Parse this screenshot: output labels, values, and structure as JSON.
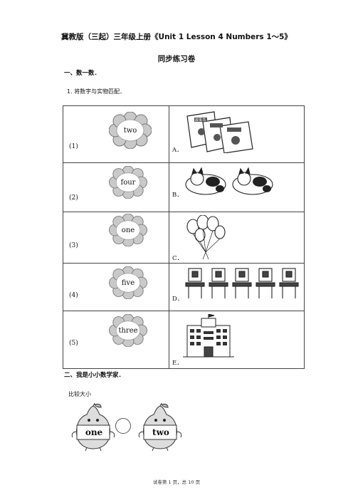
{
  "header": {
    "title": "冀教版（三起）三年级上册《Unit 1 Lesson 4 Numbers 1～5》",
    "subtitle": "同步练习卷"
  },
  "section1": {
    "heading": "一、数一数．",
    "question": "1. 将数字与实物匹配．",
    "rows": [
      {
        "num": "(1)",
        "word": "two",
        "letter": "A．",
        "picture": "books-icon"
      },
      {
        "num": "(2)",
        "word": "four",
        "letter": "B．",
        "picture": "cats-icon"
      },
      {
        "num": "(3)",
        "word": "one",
        "letter": "C．",
        "picture": "balloons-icon"
      },
      {
        "num": "(4)",
        "word": "five",
        "letter": "D．",
        "picture": "chairs-icon"
      },
      {
        "num": "(5)",
        "word": "three",
        "letter": "E．",
        "picture": "building-icon"
      }
    ],
    "book_label": "故事书"
  },
  "section2": {
    "heading": "二、我是小小数学家．",
    "prompt": "比较大小",
    "left_word": "one",
    "right_word": "two"
  },
  "footer": {
    "text": "试卷第 1 页，总 10 页"
  }
}
